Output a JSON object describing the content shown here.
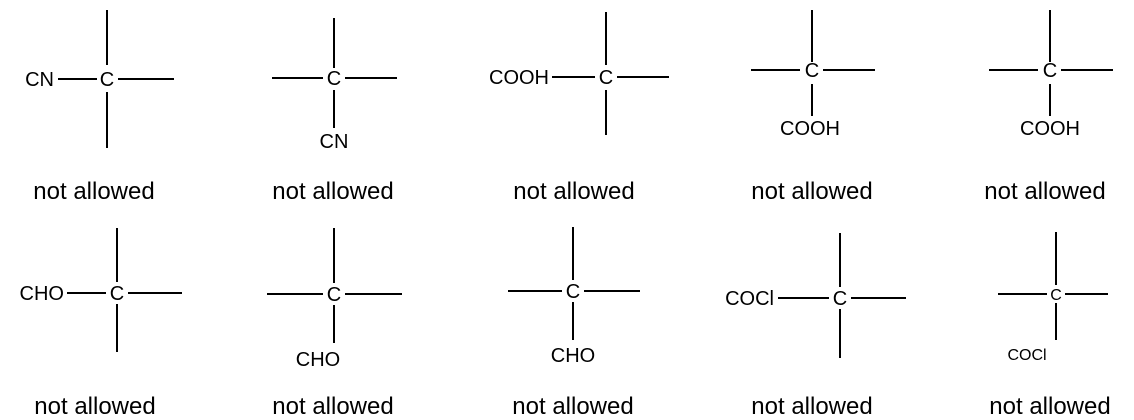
{
  "rows": [
    {
      "structures": [
        {
          "center": "C",
          "group": "CN",
          "group_position": "left",
          "caption": "not allowed"
        },
        {
          "center": "C",
          "group": "CN",
          "group_position": "bottom",
          "caption": "not allowed"
        },
        {
          "center": "C",
          "group": "COOH",
          "group_position": "left",
          "caption": "not allowed"
        },
        {
          "center": "C",
          "group": "COOH",
          "group_position": "bottom",
          "caption": "not allowed"
        },
        {
          "center": "C",
          "group": "COOH",
          "group_position": "bottom",
          "caption": "not allowed"
        }
      ]
    },
    {
      "structures": [
        {
          "center": "C",
          "group": "CHO",
          "group_position": "left",
          "caption": "not allowed"
        },
        {
          "center": "C",
          "group": "CHO",
          "group_position": "bottom",
          "caption": "not allowed"
        },
        {
          "center": "C",
          "group": "CHO",
          "group_position": "bottom",
          "caption": "not allowed"
        },
        {
          "center": "C",
          "group": "COCl",
          "group_position": "left",
          "caption": "not allowed"
        },
        {
          "center": "C",
          "group": "COCl",
          "group_position": "bottom",
          "caption": "not allowed"
        }
      ]
    }
  ]
}
